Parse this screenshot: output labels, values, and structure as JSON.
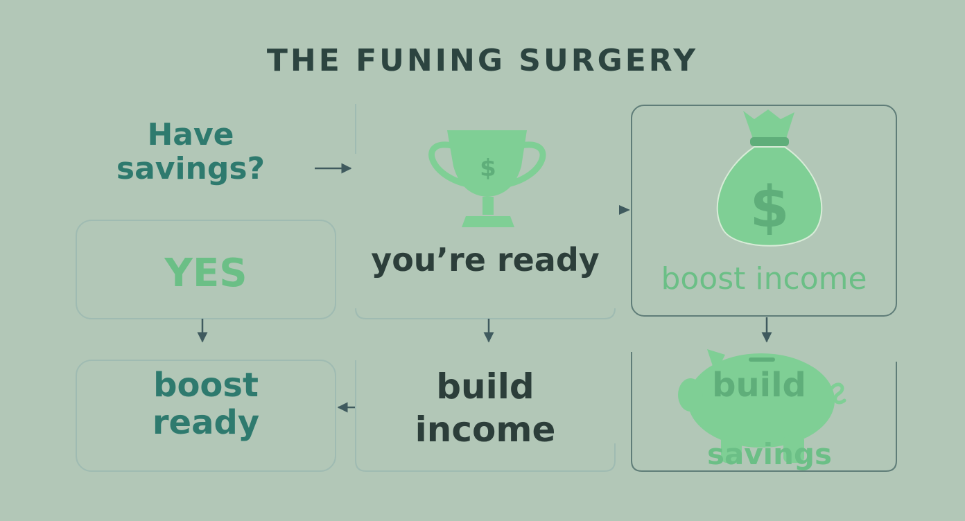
{
  "title": "THE FUNING SURGERY",
  "nodes": {
    "question": {
      "line1": "Have",
      "line2": "savings?"
    },
    "yes": {
      "label": "YES"
    },
    "ready": {
      "label": "you’re ready",
      "icon": "trophy-dollar-icon"
    },
    "boost_income": {
      "label": "boost income",
      "icon": "money-bag-icon"
    },
    "boost_ready": {
      "line1": "boost",
      "line2": "ready"
    },
    "build_income": {
      "line1": "build",
      "line2": "income"
    },
    "build_savings": {
      "line1": "build",
      "line2": "savings",
      "icon": "piggy-bank-icon"
    }
  },
  "colors": {
    "background": "#b2c7b7",
    "teal_text": "#2e7a6e",
    "dark_text": "#2c3e3a",
    "mint_accent": "#7fcf95",
    "border": "#5f7d78"
  }
}
